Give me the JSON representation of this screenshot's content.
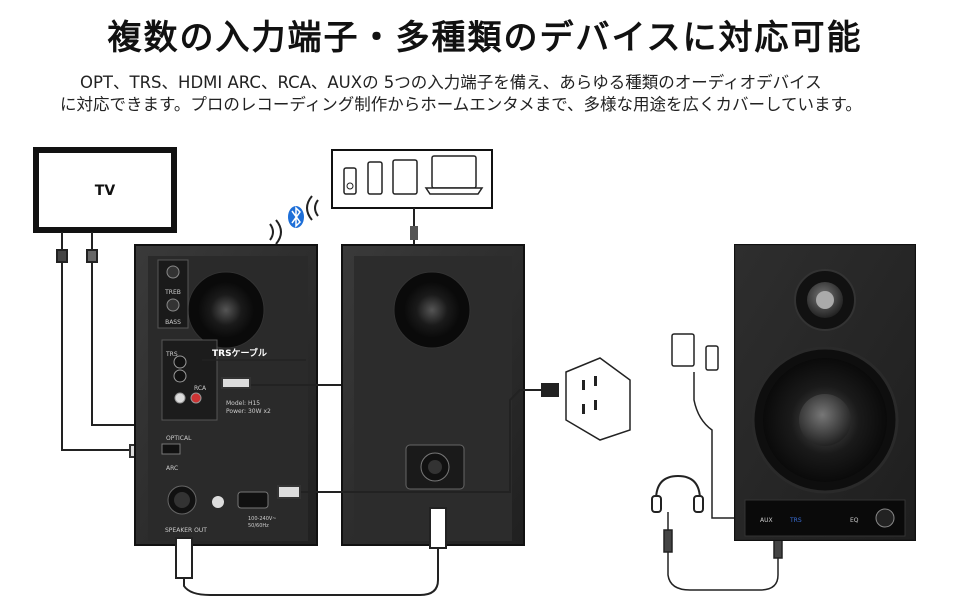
{
  "title": "複数の入力端子・多種類のデバイスに対応可能",
  "description": {
    "line1": "OPT、TRS、HDMI ARC、RCA、AUXの 5つの入力端子を備え、あらゆる種類のオーディオデバイス",
    "line2": "に対応できます。プロのレコーディング制作からホームエンタメまで、多様な用途を広くカバーしています。"
  },
  "diagram": {
    "tv_label": "TV",
    "trs_cable_label": "TRSケーブル",
    "panel": {
      "treble": "TREB",
      "bass": "BASS",
      "trs": "TRS",
      "rca": "RCA",
      "optical": "OPTICAL",
      "arc": "ARC",
      "speaker_out": "SPEAKER OUT",
      "model": "Model: H15",
      "power": "Power: 30W x2",
      "voltage": "100-240V~",
      "frequency": "50/60Hz"
    },
    "front": {
      "aux": "AUX",
      "trs": "TRS",
      "eq": "EQ"
    }
  }
}
